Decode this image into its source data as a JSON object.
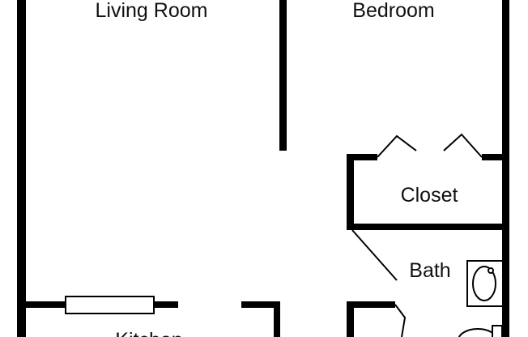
{
  "rooms": {
    "living_room": "Living Room",
    "bedroom": "Bedroom",
    "closet": "Closet",
    "bath": "Bath",
    "kitchen": "Kitchen"
  },
  "colors": {
    "wall": "#000000",
    "background": "#ffffff",
    "label": "#111111"
  }
}
